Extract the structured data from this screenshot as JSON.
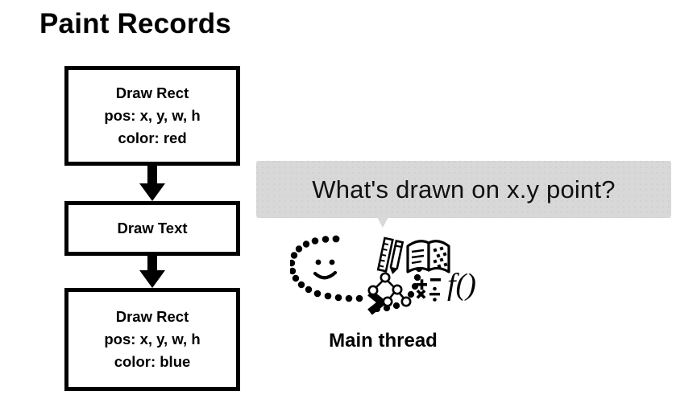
{
  "slide": {
    "title": "Paint Records",
    "background_color": "#ffffff",
    "ink_color": "#000000"
  },
  "paint_records": {
    "boxes": [
      {
        "name": "draw-rect-red",
        "lines": [
          "Draw Rect",
          "pos: x, y, w, h",
          "color: red"
        ]
      },
      {
        "name": "draw-text",
        "lines": [
          "Draw Text"
        ]
      },
      {
        "name": "draw-rect-blue",
        "lines": [
          "Draw Rect",
          "pos: x, y, w, h",
          "color: blue"
        ]
      }
    ],
    "connectors": [
      {
        "name": "arrow-box1-to-box2",
        "direction": "down"
      },
      {
        "name": "arrow-box2-to-box3",
        "direction": "down"
      }
    ]
  },
  "question": {
    "bubble_text": "What's drawn on x.y point?",
    "bubble_color": "#d8d8d8",
    "tail_direction": "down"
  },
  "thinker": {
    "label": "Main thread",
    "icons": [
      "smiley-face-icon",
      "dotted-thought-cloud-icon",
      "ruler-icon",
      "pencil-icon",
      "open-book-icon",
      "node-tree-icon",
      "math-operators-icon",
      "function-notation-icon",
      "chevron-arrow-icon"
    ],
    "math_operators": "+ - × ÷",
    "function_notation": "f()"
  }
}
